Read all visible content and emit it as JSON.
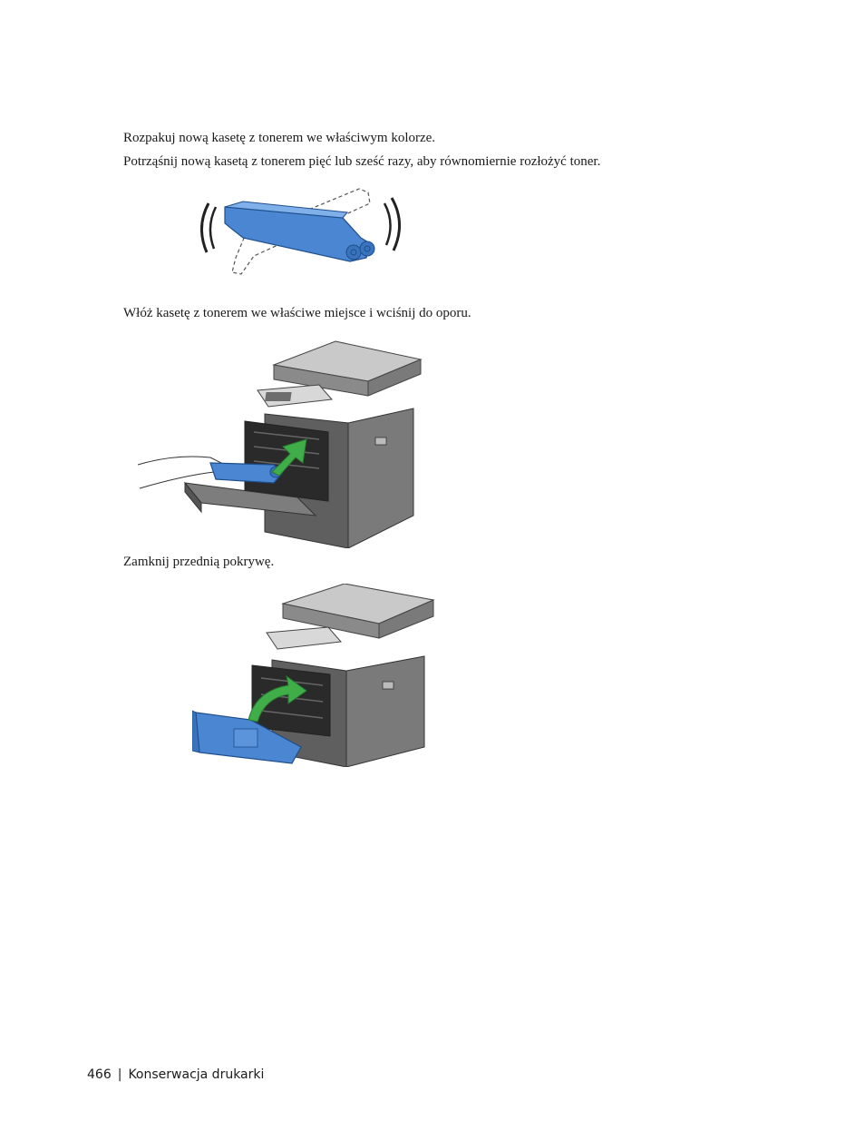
{
  "steps": [
    "Rozpakuj nową kasetę z tonerem we właściwym kolorze.",
    "Potrząśnij nową kasetą z tonerem pięć lub sześć razy, aby równomiernie rozłożyć toner.",
    "Włóż kasetę z tonerem we właściwe miejsce i wciśnij do oporu.",
    "Zamknij przednią pokrywę."
  ],
  "illustrations": {
    "shake": "toner-cartridge-shake-illustration",
    "insert": "printer-insert-toner-illustration",
    "close": "printer-close-front-cover-illustration"
  },
  "colors": {
    "toner_blue": "#4a86d1",
    "printer_gray": "#6b6b6b",
    "arrow_green": "#3fae49"
  },
  "footer": {
    "page_number": "466",
    "separator": "|",
    "section": "Konserwacja drukarki"
  }
}
